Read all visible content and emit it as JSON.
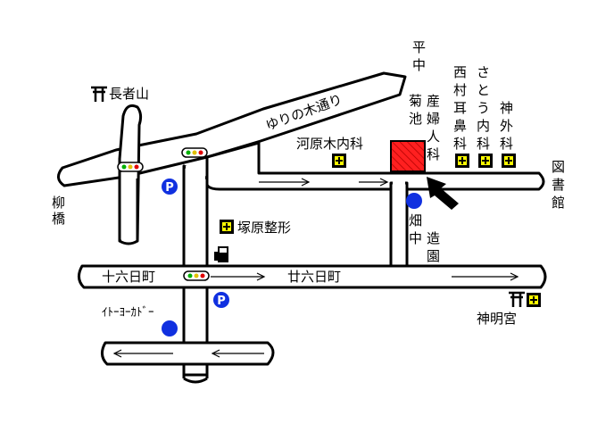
{
  "colors": {
    "road_fill": "#ffffff",
    "road_edge": "#000000",
    "clinic_fill": "#ff2020",
    "hospital_mark": "#ffff00",
    "park_blue": "#1030e0",
    "signal_green": "#00b000",
    "signal_yellow": "#e0c000",
    "signal_red": "#e00000"
  },
  "roads": {
    "yuri_street": "ゆりの木通り",
    "jurokunichi_west": "十六日町",
    "jurokunichi_east": "廿六日町"
  },
  "places": {
    "chojayama": "長者山",
    "yanagibashi": [
      "柳",
      "橋"
    ],
    "kawaharagi_clinic": "河原木内科",
    "tsukahara_clinic": "塚原整形",
    "kikuchi": [
      "菊",
      "池"
    ],
    "obgyn": [
      "産",
      "婦",
      "人",
      "科"
    ],
    "hiranaka": [
      "平",
      "中"
    ],
    "nishimura_ent": [
      "西",
      "村",
      "耳",
      "鼻",
      "科"
    ],
    "sato_clinic": [
      "さ",
      "と",
      "う",
      "内",
      "科"
    ],
    "kamino_clinic": [
      "神",
      "外",
      "科"
    ],
    "library": [
      "図",
      "書",
      "館"
    ],
    "hatanaka_nursery": [
      "畑",
      "中",
      "造",
      "園"
    ],
    "itoyokado": "ｲﾄｰﾖｰｶﾄﾞｰ",
    "shinmeigu": "神明宮",
    "parking_letter": "P"
  },
  "icons": [
    "shrine-icon",
    "hospital-icon",
    "parking-icon",
    "traffic-signal-icon",
    "gas-station-icon",
    "arrow-icon",
    "round-marker-icon"
  ]
}
